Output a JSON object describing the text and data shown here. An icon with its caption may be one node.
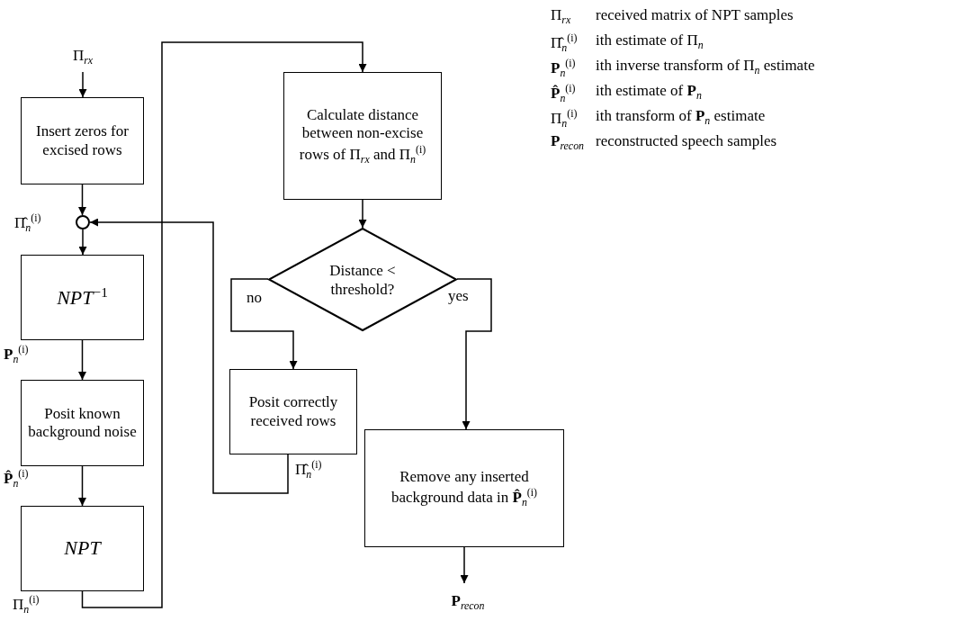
{
  "diagram": {
    "nodes": [
      {
        "text": [
          "Π$_{rx}$"
        ]
      },
      {
        "text": [
          "Insert zeros for excised rows"
        ]
      },
      {
        "text": [],
        "shape": "circle",
        "beside": [
          "Π̂$_{n}$$^{(i)}$"
        ]
      },
      {
        "text": [
          "*NPT*$^{−1}$"
        ]
      },
      {
        "text": [
          "Posit known background noise"
        ]
      },
      {
        "text": [
          "NPT"
        ]
      },
      {
        "text": [
          "Calculate distance between non-excise rows of Π$_{rx}$ and Π$_{n}$$^{(i)}$"
        ]
      },
      {
        "text": [
          "Distance < threshold?"
        ]
      },
      {
        "text": [
          "Posit correctly received rows"
        ]
      },
      {
        "text": [
          "Remove any inserted background data in **P̂**$_{n}$$^{(i)}$"
        ]
      },
      {
        "text": [
          "**P**$_{recon}$"
        ]
      }
    ],
    "edges": [
      {
        "from": 0,
        "to": 1,
        "arrow": "to"
      },
      {
        "from": 1,
        "to": 2,
        "arrow": "to"
      },
      {
        "from": 2,
        "to": 3,
        "arrow": "to"
      },
      {
        "from": 3,
        "to": 4,
        "arrow": "to",
        "label": "**P**$_{n}$$^{(i)}$"
      },
      {
        "from": 4,
        "to": 5,
        "arrow": "to",
        "label": "**P̂**$_{n}$$^{(i)}$"
      },
      {
        "from": 5,
        "to": 6,
        "arrow": "to",
        "label": "Π$_{n}$$^{(i)}$"
      },
      {
        "from": 6,
        "to": 7,
        "arrow": "to"
      },
      {
        "from": 7,
        "to": 8,
        "arrow": "to",
        "label": "no"
      },
      {
        "from": 7,
        "to": 9,
        "arrow": "to",
        "label": "yes"
      },
      {
        "from": 8,
        "to": 2,
        "arrow": "to",
        "label": "Π̂$_{n}$$^{(i)}$"
      },
      {
        "from": 9,
        "to": 10,
        "arrow": "to"
      }
    ],
    "labels": [
      "Π$_{rx}$",
      "received matrix of NPT samples",
      "Π̂$_{n}$$^{(i)}$",
      "ith estimate of Π$_{n}$",
      "**P**$_{n}$$^{(i)}$",
      "ith inverse transform of Π$_{n}$ estimate",
      "**P̂**$_{n}$$^{(i)}$",
      "ith estimate of **P**$_{n}$",
      "Π$_{n}$$^{(i)}$",
      "ith transform of **P**$_{n}$ estimate",
      "**P**$_{recon}$",
      "reconstructed speech samples"
    ]
  }
}
